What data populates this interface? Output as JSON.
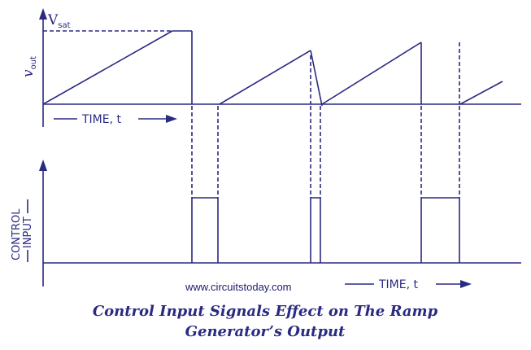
{
  "top_plot": {
    "y_axis_label": "v",
    "y_axis_label_sub": "out",
    "saturation_label": "V",
    "saturation_label_sub": "sat",
    "time_label": "TIME, t"
  },
  "bottom_plot": {
    "y_axis_label_line1": "CONTROL",
    "y_axis_label_line2": "INPUT",
    "time_label": "TIME, t"
  },
  "watermark": "www.circuitstoday.com",
  "caption": {
    "line1": "Control Input Signals Effect on The Ramp",
    "line2": "Generator’s Output"
  },
  "colors": {
    "ink": "#2a2a82"
  }
}
